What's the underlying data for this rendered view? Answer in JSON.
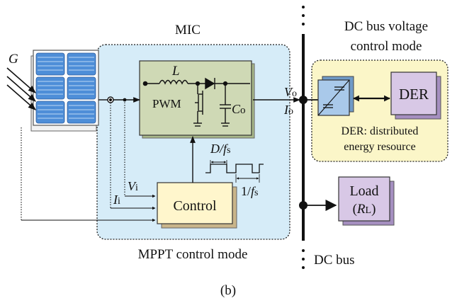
{
  "mic_label": "MIC",
  "mppt_label": "MPPT control mode",
  "dc_bus_mode": [
    "DC bus voltage",
    "control mode"
  ],
  "dc_bus_label": "DC bus",
  "irradiance": "G",
  "inductor": "L",
  "pwm": "PWM",
  "cap": {
    "main": "C",
    "sub": "o"
  },
  "vout": {
    "main": "V",
    "sub": "o"
  },
  "iout": {
    "main": "I",
    "sub": "o"
  },
  "vin": {
    "main": "V",
    "sub": "i"
  },
  "iin": {
    "main": "I",
    "sub": "i"
  },
  "control": "Control",
  "duty": {
    "main": "D/",
    "italic2": "f",
    "sub": "s"
  },
  "period": {
    "main": "1/",
    "italic2": "f",
    "sub": "s"
  },
  "der": "DER",
  "der_note": [
    "DER: distributed",
    "energy resource"
  ],
  "load": {
    "line1": "Load",
    "open": "(",
    "main": "R",
    "sub": "L",
    "close": ")"
  },
  "caption": "(b)",
  "colors": {
    "mic_fill": "#d6ecf8",
    "der_fill": "#fbf6c8",
    "converter_fill": "#cfd9b5",
    "control_fill": "#fff6cc",
    "der_box": "#d8c8e6",
    "load_box": "#d8c8e6",
    "pv_cell": "#4e8ed8"
  }
}
